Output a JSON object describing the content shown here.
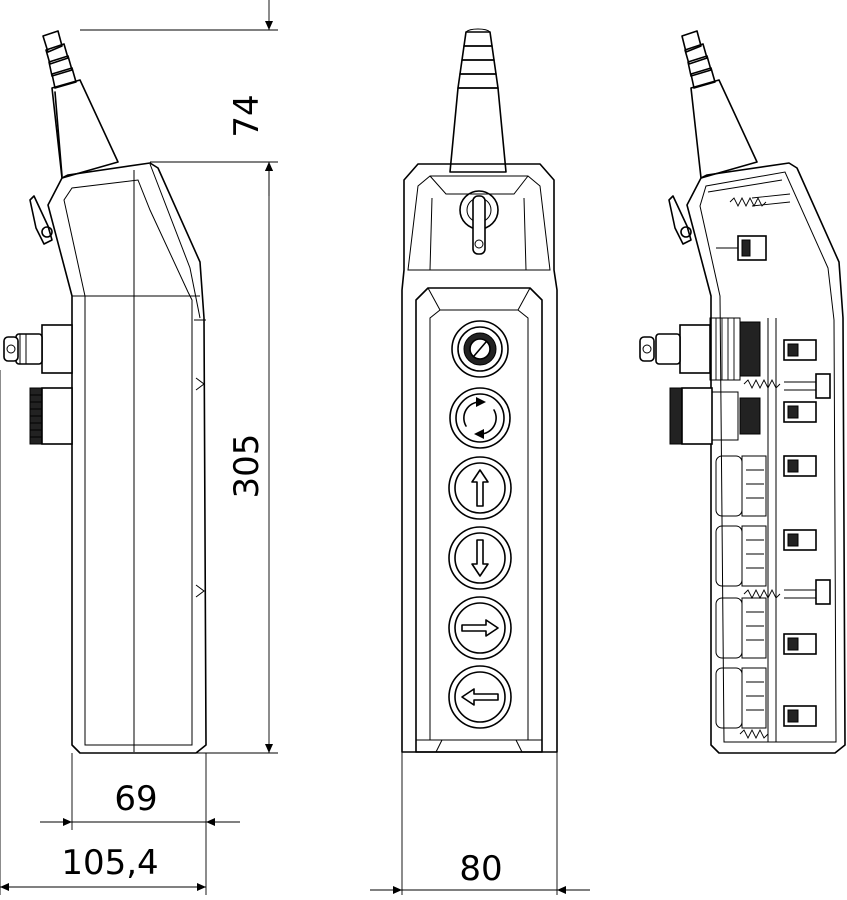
{
  "dimensions": {
    "cable_gland_height": "74",
    "body_height": "305",
    "side_depth_body": "69",
    "side_depth_overall": "105,4",
    "front_width": "80"
  },
  "front_view": {
    "buttons": [
      {
        "icon": "key-selector-icon"
      },
      {
        "icon": "rotate-arrows-icon"
      },
      {
        "icon": "arrow-up-icon"
      },
      {
        "icon": "arrow-down-icon"
      },
      {
        "icon": "arrow-right-icon"
      },
      {
        "icon": "arrow-left-icon"
      }
    ]
  }
}
